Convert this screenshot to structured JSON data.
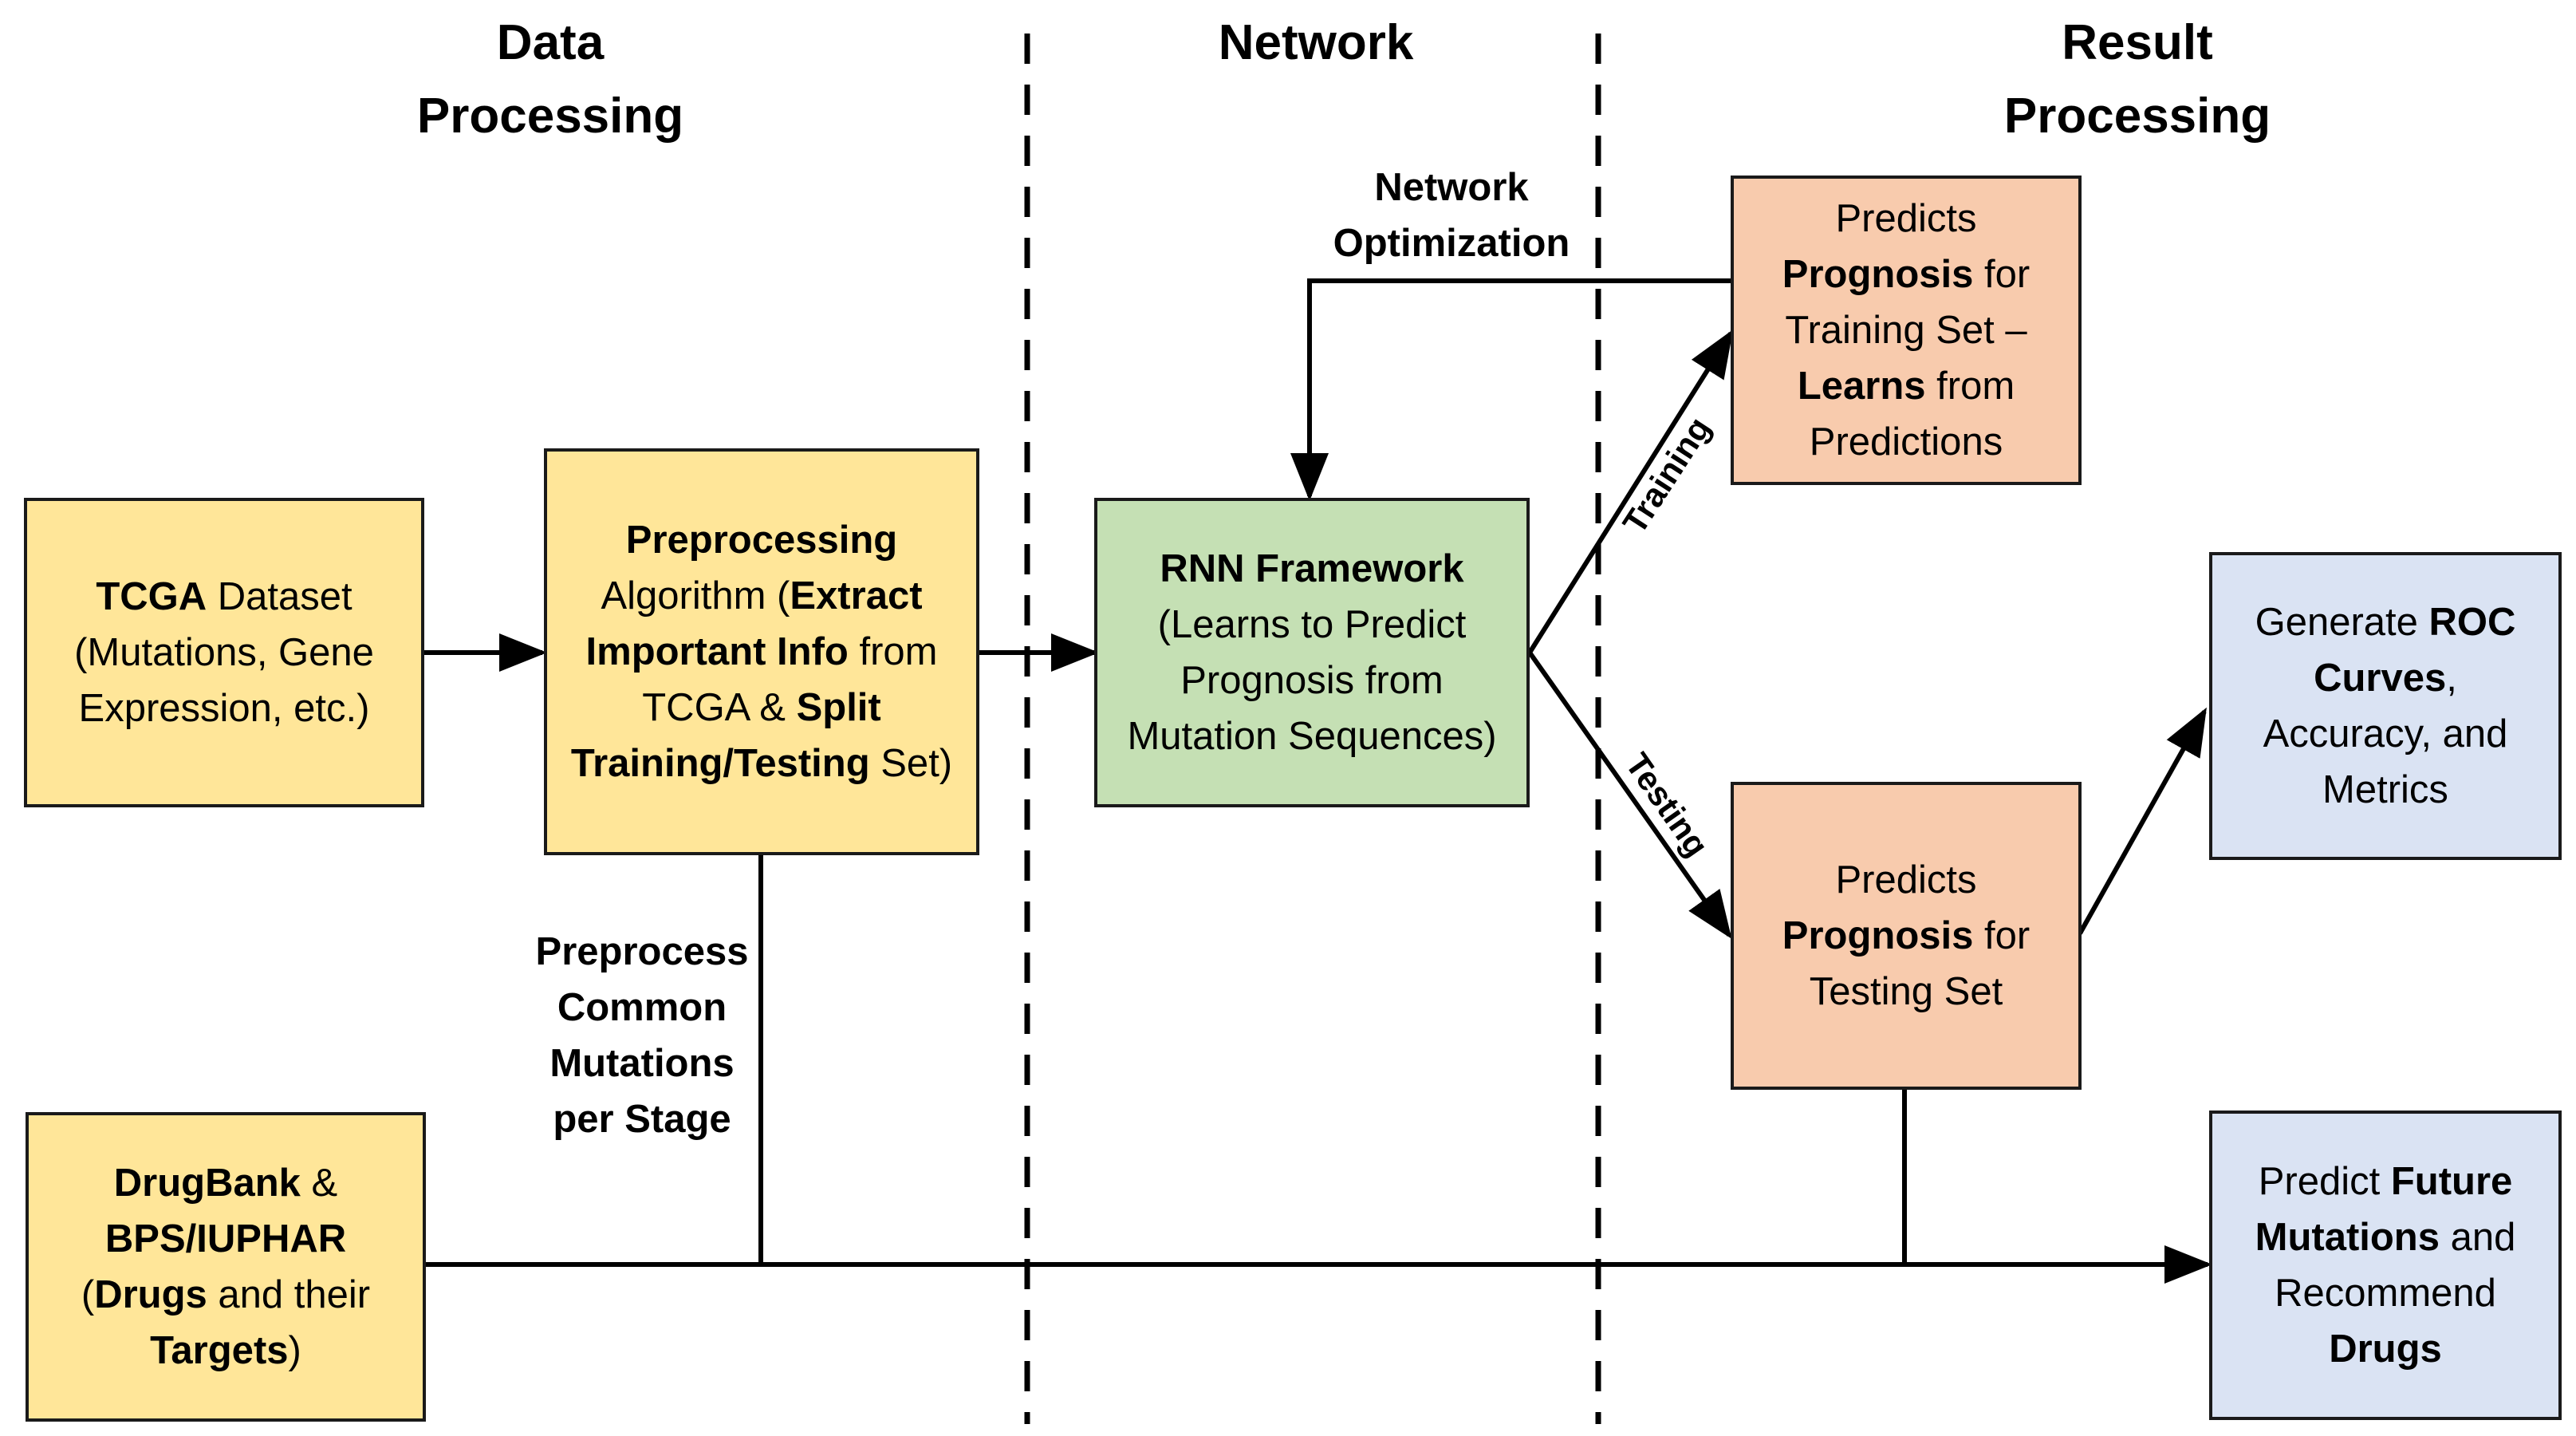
{
  "sections": {
    "data_processing": "Data Processing",
    "network": "Network",
    "result_processing": "Result Processing"
  },
  "boxes": {
    "tcga": {
      "strong": "TCGA",
      "rest": " Dataset (Mutations, Gene Expression, etc.)"
    },
    "preprocessing": {
      "p1": "Preprocessing",
      "p2": " Algorithm (",
      "p3": "Extract Important Info",
      "p4": " from TCGA & ",
      "p5": "Split Training/Testing",
      "p6": " Set)"
    },
    "drugbank": {
      "p1": "DrugBank",
      "p2": " & ",
      "p3": "BPS/IUPHAR",
      "p4": " (",
      "p5": "Drugs",
      "p6": " and their ",
      "p7": "Targets",
      "p8": ")"
    },
    "rnn": {
      "strong": "RNN Framework",
      "rest": " (Learns to Predict Prognosis from Mutation Sequences)"
    },
    "predict_training": {
      "p1": "Predicts ",
      "p2": "Prognosis",
      "p3": " for Training Set – ",
      "p4": "Learns",
      "p5": " from Predictions"
    },
    "predict_testing": {
      "p1": "Predicts ",
      "p2": "Prognosis",
      "p3": " for Testing Set"
    },
    "roc": {
      "p1": "Generate ",
      "p2": "ROC Curves",
      "p3": ", Accuracy, and Metrics"
    },
    "future": {
      "p1": "Predict ",
      "p2": "Future Mutations",
      "p3": " and Recommend ",
      "p4": "Drugs"
    }
  },
  "labels": {
    "network_optimization": "Network Optimization",
    "preprocess_common": "Preprocess Common Mutations per Stage",
    "training": "Training",
    "testing": "Testing"
  },
  "colors": {
    "yellow": "#ffe699",
    "green": "#c5e0b4",
    "peach": "#f8cbad",
    "blue": "#dae3f3",
    "line": "#000000"
  }
}
